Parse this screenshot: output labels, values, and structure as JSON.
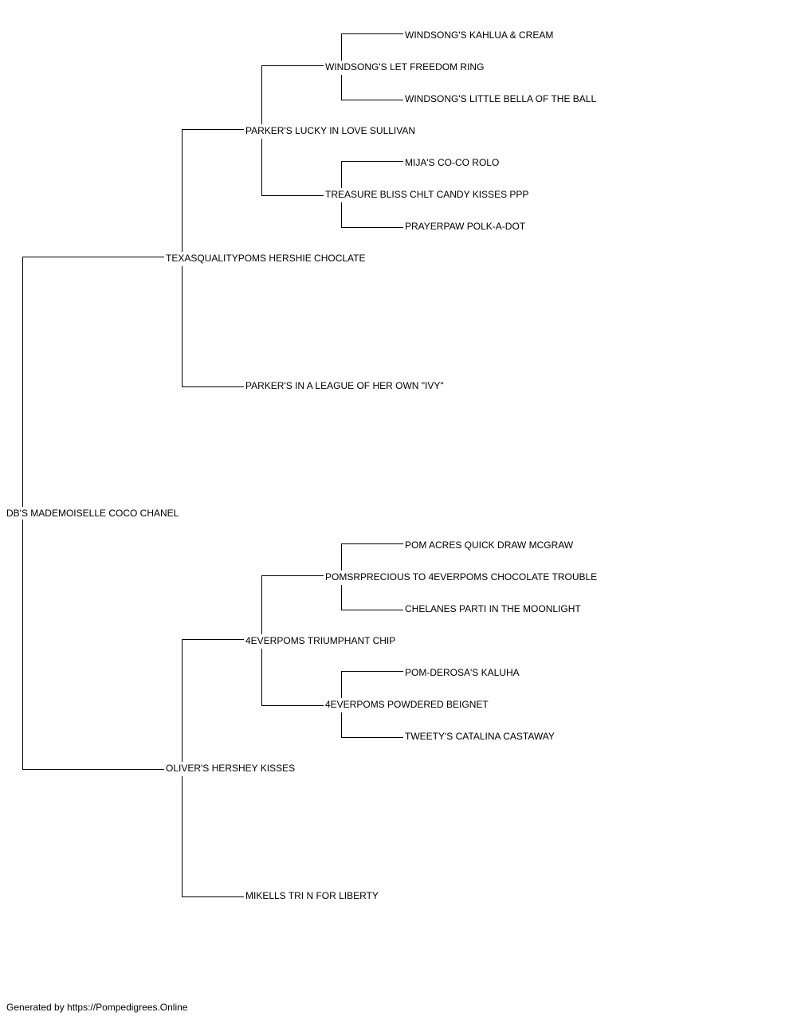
{
  "pedigree": {
    "subject": "DB'S MADEMOISELLE COCO CHANEL",
    "sire": {
      "name": "TEXASQUALITYPOMS HERSHIE CHOCLATE",
      "sire": {
        "name": "PARKER'S LUCKY IN LOVE SULLIVAN",
        "sire": {
          "name": "WINDSONG'S LET FREEDOM RING",
          "sire": {
            "name": "WINDSONG'S KAHLUA & CREAM"
          },
          "dam": {
            "name": "WINDSONG'S LITTLE BELLA OF THE BALL"
          }
        },
        "dam": {
          "name": "TREASURE BLISS CHLT CANDY KISSES PPP",
          "sire": {
            "name": "MIJA'S CO-CO ROLO"
          },
          "dam": {
            "name": "PRAYERPAW POLK-A-DOT"
          }
        }
      },
      "dam": {
        "name": "PARKER'S IN A LEAGUE OF HER OWN \"IVY\""
      }
    },
    "dam": {
      "name": "OLIVER'S HERSHEY KISSES",
      "sire": {
        "name": "4EVERPOMS TRIUMPHANT CHIP",
        "sire": {
          "name": "POMSRPRECIOUS TO 4EVERPOMS CHOCOLATE TROUBLE",
          "sire": {
            "name": "POM ACRES QUICK DRAW MCGRAW"
          },
          "dam": {
            "name": "CHELANES PARTI IN THE MOONLIGHT"
          }
        },
        "dam": {
          "name": "4EVERPOMS POWDERED BEIGNET",
          "sire": {
            "name": "POM-DEROSA'S KALUHA"
          },
          "dam": {
            "name": "TWEETY'S CATALINA CASTAWAY"
          }
        }
      },
      "dam": {
        "name": "MIKELLS TRI N FOR LIBERTY"
      }
    }
  },
  "footer": {
    "text": "Generated by https://Pompedigrees.Online"
  },
  "colors": {
    "line": "#000000",
    "text": "#000000",
    "background": "#ffffff"
  }
}
